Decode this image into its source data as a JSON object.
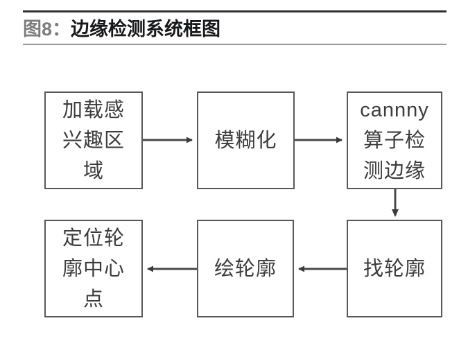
{
  "caption": {
    "number": "图8：",
    "title": "边缘检测系统框图",
    "rule_top_color": "#2f3033",
    "rule_bottom_color": "#9a9a9f"
  },
  "diagram": {
    "type": "flowchart",
    "box_border_color": "#58585c",
    "text_color": "#3c3c3e",
    "background_color": "#ffffff",
    "nodes": [
      {
        "id": "roi",
        "label": "加载感\n兴趣区\n域"
      },
      {
        "id": "blur",
        "label": "模糊化"
      },
      {
        "id": "canny",
        "label": "cannny\n算子检\n测边缘"
      },
      {
        "id": "findcnt",
        "label": "找轮廓"
      },
      {
        "id": "drawcnt",
        "label": "绘轮廓"
      },
      {
        "id": "center",
        "label": "定位轮\n廓中心\n点"
      }
    ],
    "edges": [
      {
        "from": "roi",
        "to": "blur",
        "direction": "right"
      },
      {
        "from": "blur",
        "to": "canny",
        "direction": "right"
      },
      {
        "from": "canny",
        "to": "findcnt",
        "direction": "down"
      },
      {
        "from": "findcnt",
        "to": "drawcnt",
        "direction": "left"
      },
      {
        "from": "drawcnt",
        "to": "center",
        "direction": "left"
      }
    ]
  }
}
